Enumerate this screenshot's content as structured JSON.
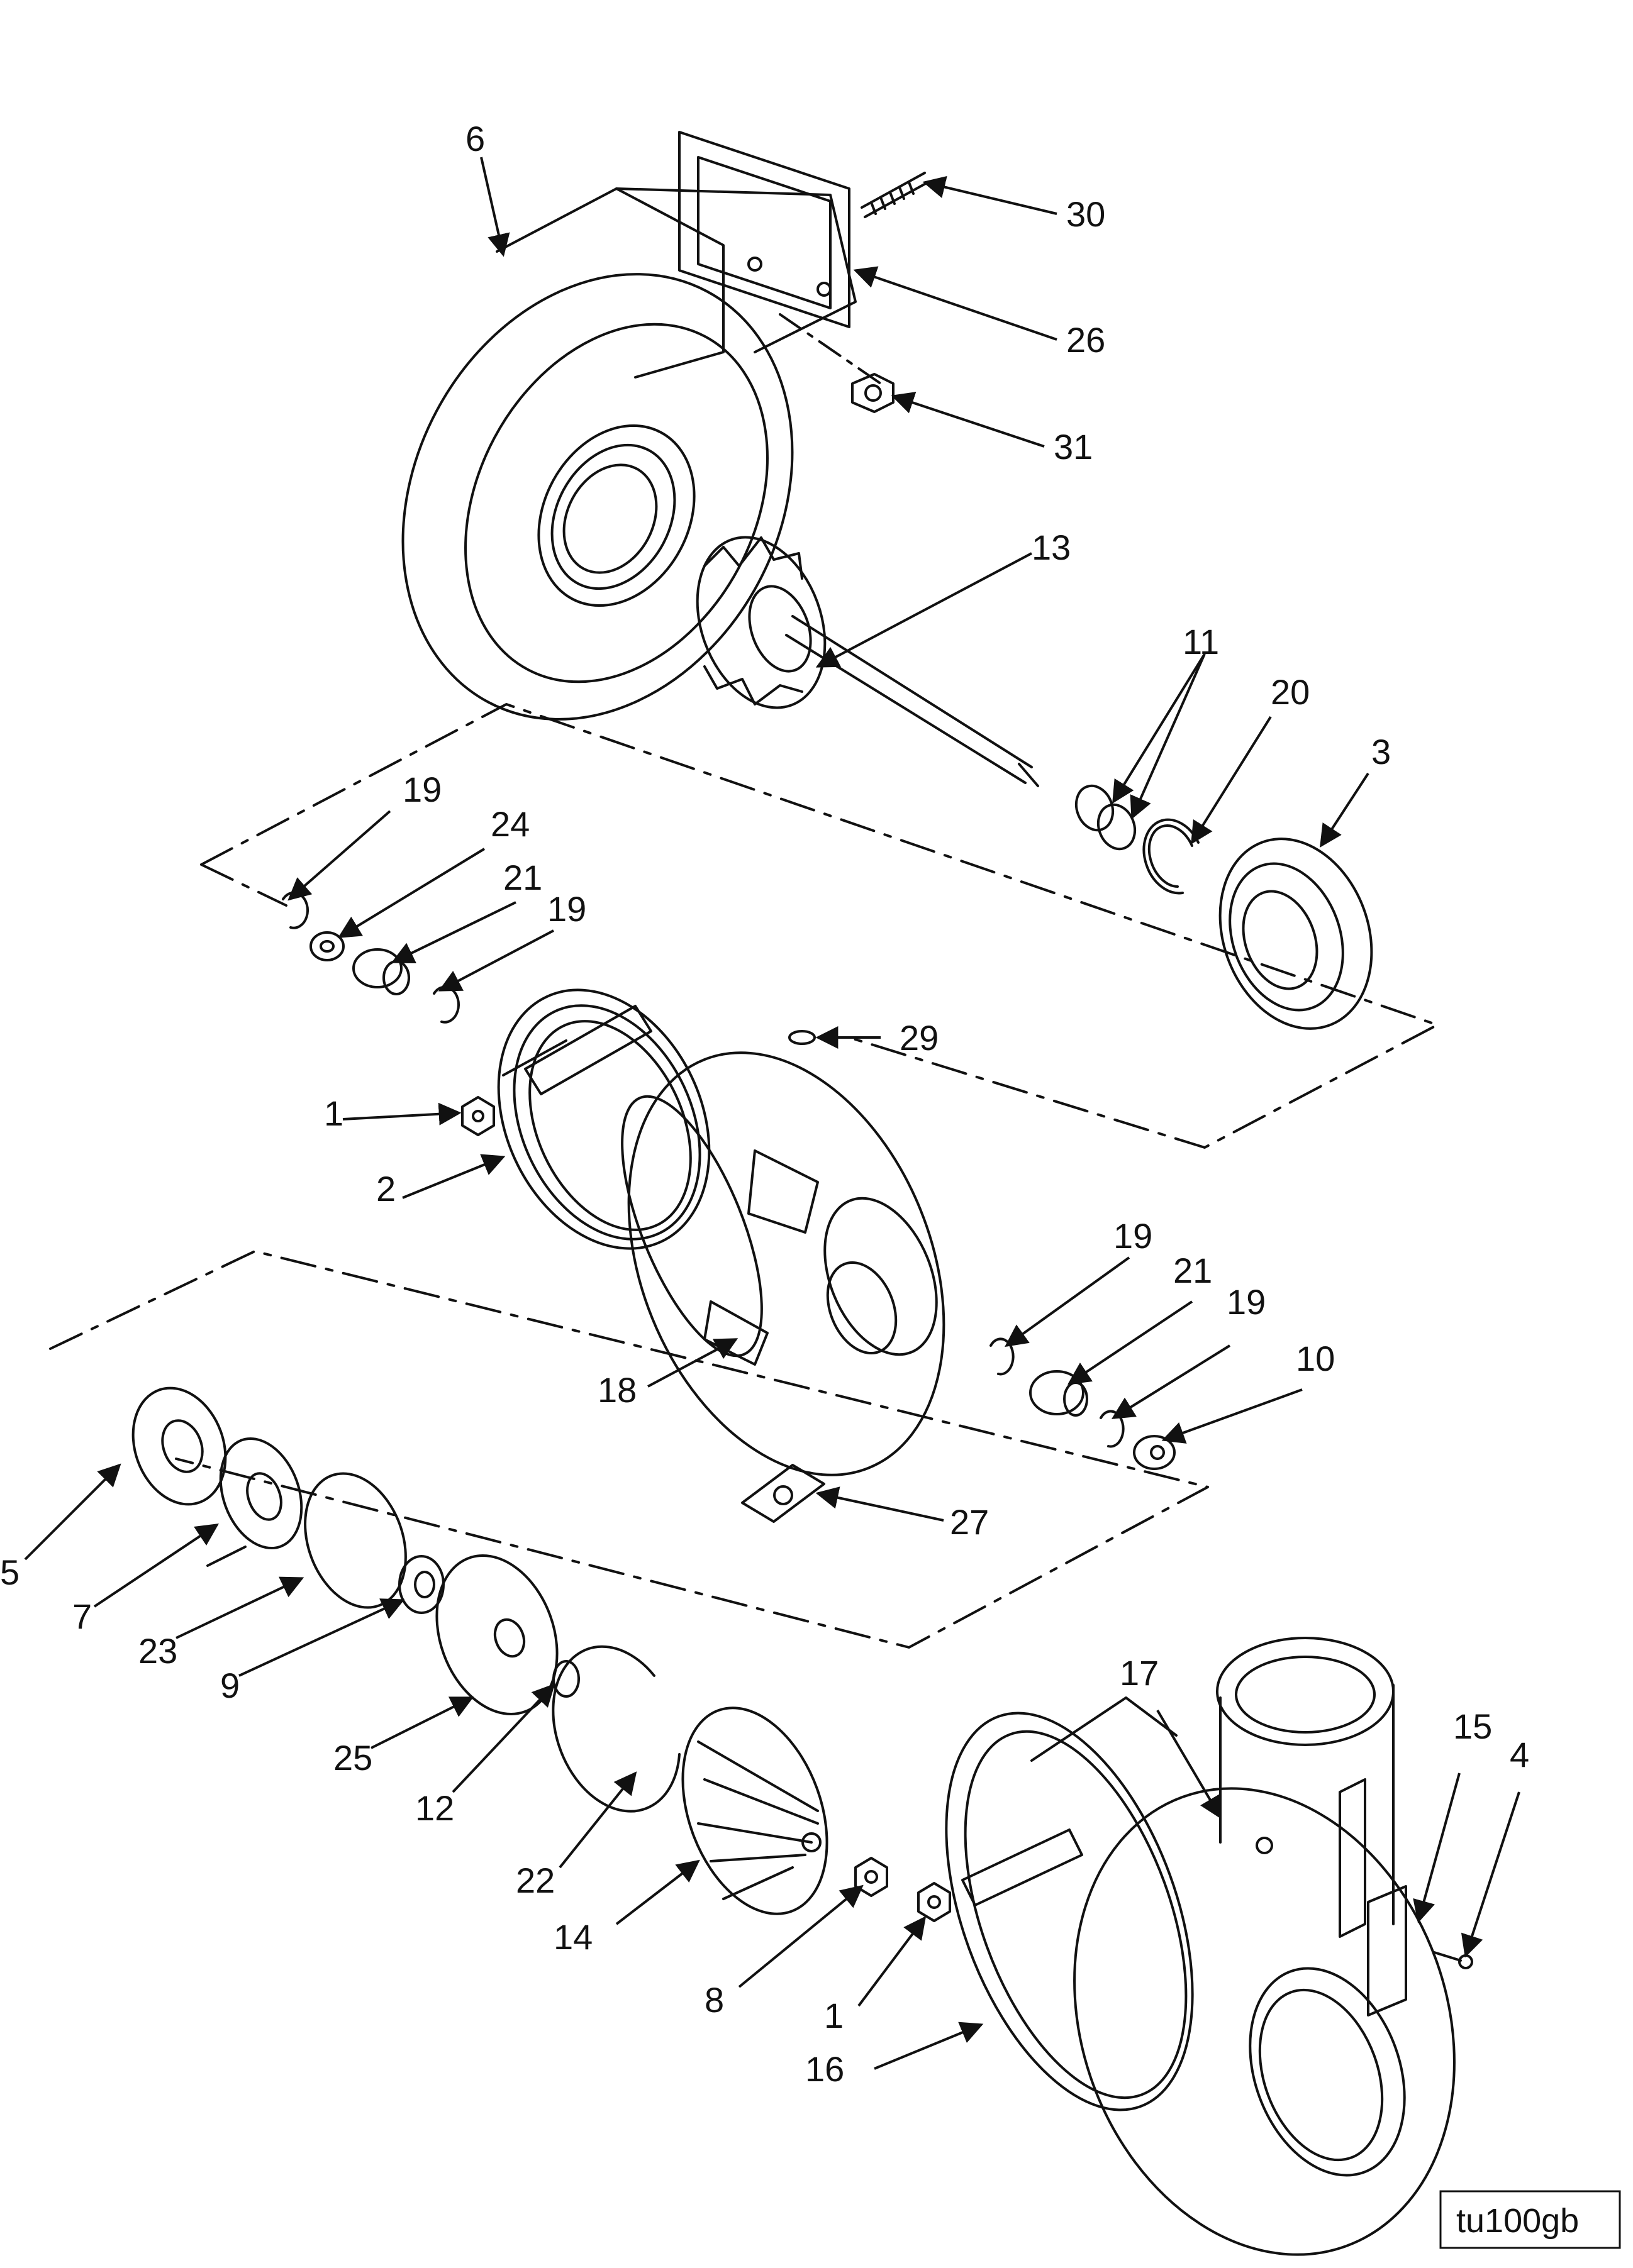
{
  "figure_id": "tu100gb",
  "callouts": [
    {
      "id": "6",
      "text": "6"
    },
    {
      "id": "30",
      "text": "30"
    },
    {
      "id": "26",
      "text": "26"
    },
    {
      "id": "31",
      "text": "31"
    },
    {
      "id": "13",
      "text": "13"
    },
    {
      "id": "11",
      "text": "11"
    },
    {
      "id": "20",
      "text": "20"
    },
    {
      "id": "3",
      "text": "3"
    },
    {
      "id": "19a",
      "text": "19"
    },
    {
      "id": "24",
      "text": "24"
    },
    {
      "id": "21a",
      "text": "21"
    },
    {
      "id": "19b",
      "text": "19"
    },
    {
      "id": "29",
      "text": "29"
    },
    {
      "id": "1a",
      "text": "1"
    },
    {
      "id": "2",
      "text": "2"
    },
    {
      "id": "19c",
      "text": "19"
    },
    {
      "id": "21b",
      "text": "21"
    },
    {
      "id": "19d",
      "text": "19"
    },
    {
      "id": "10",
      "text": "10"
    },
    {
      "id": "18",
      "text": "18"
    },
    {
      "id": "27",
      "text": "27"
    },
    {
      "id": "5",
      "text": "5"
    },
    {
      "id": "7",
      "text": "7"
    },
    {
      "id": "23",
      "text": "23"
    },
    {
      "id": "9",
      "text": "9"
    },
    {
      "id": "25",
      "text": "25"
    },
    {
      "id": "12",
      "text": "12"
    },
    {
      "id": "22",
      "text": "22"
    },
    {
      "id": "14",
      "text": "14"
    },
    {
      "id": "8",
      "text": "8"
    },
    {
      "id": "1b",
      "text": "1"
    },
    {
      "id": "16",
      "text": "16"
    },
    {
      "id": "17",
      "text": "17"
    },
    {
      "id": "15",
      "text": "15"
    },
    {
      "id": "4",
      "text": "4"
    }
  ]
}
